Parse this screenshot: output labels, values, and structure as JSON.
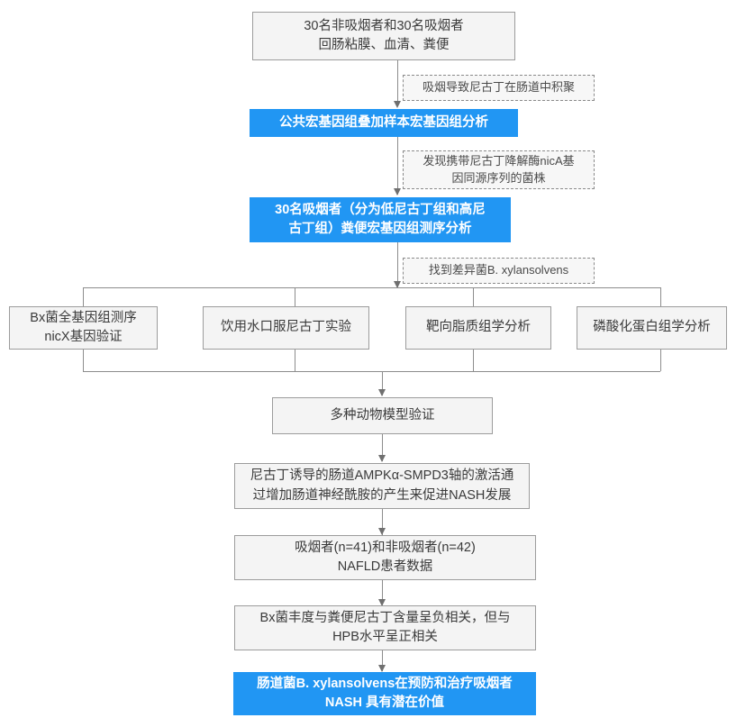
{
  "diagram": {
    "title": "吸烟者NASH肠道菌群研究流程图",
    "colors": {
      "highlight": "#2196f3",
      "box_fill": "#f4f4f4",
      "box_border": "#9c9c9c",
      "annotation_border": "#8a8a8a",
      "connector": "#8d8d8d",
      "text": "#3a3a3a",
      "highlight_text": "#ffffff"
    },
    "nodes": {
      "cohort": "30名非吸烟者和30名吸烟者\n回肠粘膜、血清、粪便",
      "annotation_nicotine": "吸烟导致尼古丁在肠道中积聚",
      "public_metagenome": "公共宏基因组叠加样本宏基因组分析",
      "annotation_nica": "发现携带尼古丁降解酶nicA基\n因同源序列的菌株",
      "smoker_metagenome": "30名吸烟者（分为低尼古丁组和高尼\n古丁组）粪便宏基因组测序分析",
      "annotation_bx": "找到差异菌B. xylansolvens",
      "branch_genome": "Bx菌全基因组测序\nnicX基因验证",
      "branch_water": "饮用水口服尼古丁实验",
      "branch_lipid": "靶向脂质组学分析",
      "branch_phospho": "磷酸化蛋白组学分析",
      "animal_model": "多种动物模型验证",
      "mechanism": "尼古丁诱导的肠道AMPKα-SMPD3轴的激活通\n过增加肠道神经酰胺的产生来促进NASH发展",
      "patient_data": "吸烟者(n=41)和非吸烟者(n=42)\nNAFLD患者数据",
      "correlation": "Bx菌丰度与粪便尼古丁含量呈负相关，但与\nHPB水平呈正相关",
      "conclusion": "肠道菌B. xylansolvens在预防和治疗吸烟者\nNASH 具有潜在价值"
    }
  }
}
